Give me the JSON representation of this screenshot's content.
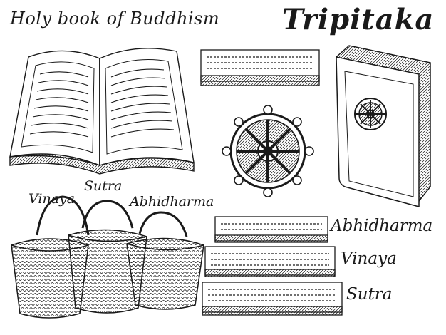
{
  "labels": {
    "holy_book": "Holy book of Buddhism",
    "tripitaka": "Tripitaka",
    "baskets": {
      "sutra": "Sutra",
      "vinaya": "Vinaya",
      "abhidharma": "Abhidharma"
    },
    "stack": {
      "abhidharma": "Abhidharma",
      "vinaya": "Vinaya",
      "sutra": "Sutra"
    }
  },
  "colors": {
    "ink": "#1a1a1a",
    "paper": "#ffffff"
  },
  "icons": [
    "open-book-icon",
    "closed-book-icon",
    "dharma-wheel-icon",
    "basket-icon",
    "palm-leaf-manuscript-icon"
  ]
}
